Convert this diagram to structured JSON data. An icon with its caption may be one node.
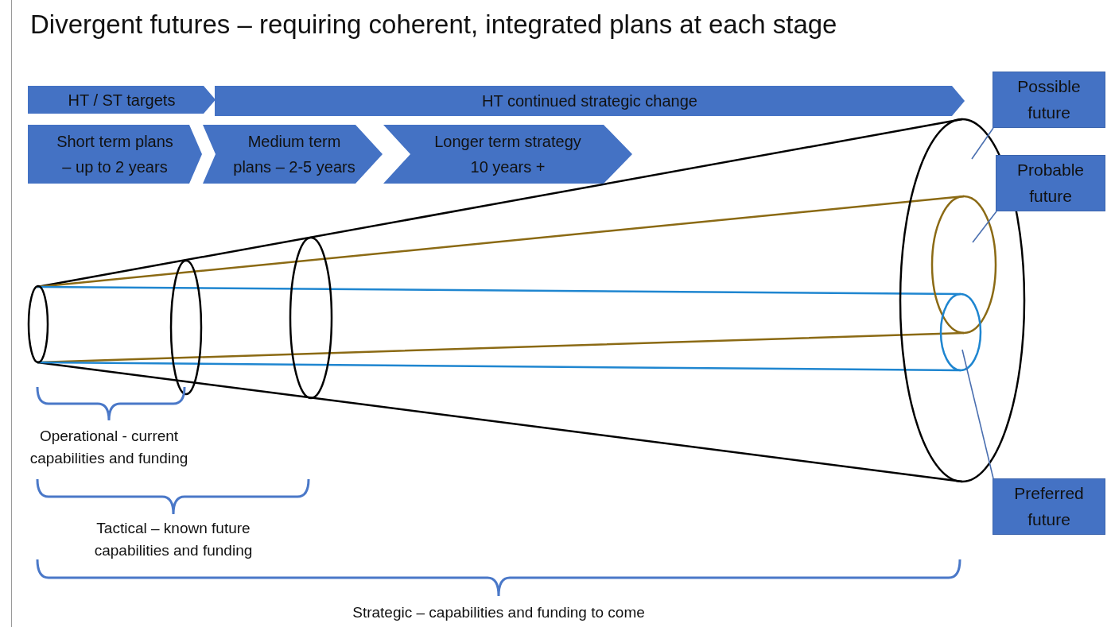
{
  "diagram": {
    "title": "Divergent futures – requiring coherent, integrated plans at each stage",
    "nodes": [
      {
        "text": [
          "HT / ST targets"
        ]
      },
      {
        "text": [
          "HT continued strategic change"
        ]
      },
      {
        "text": [
          "Short term plans – up to 2 years"
        ]
      },
      {
        "text": [
          "Medium term plans – 2-5 years"
        ]
      },
      {
        "text": [
          "Longer term strategy 10 years +"
        ]
      },
      {
        "text": [
          "Possible future"
        ]
      },
      {
        "text": [
          "Probable future"
        ]
      },
      {
        "text": [
          "Preferred future"
        ]
      },
      {
        "text": [],
        "shape": "ellipse"
      },
      {
        "text": [],
        "shape": "ellipse",
        "in": 8
      },
      {
        "text": [],
        "shape": "ellipse",
        "in": 8
      }
    ],
    "edges": [
      {
        "from": 5,
        "to": 8,
        "arrow": "none"
      },
      {
        "from": 6,
        "to": 9,
        "arrow": "none"
      },
      {
        "from": 7,
        "to": 10,
        "arrow": "none"
      }
    ],
    "labels": [
      "Operational - current capabilities and funding",
      "Tactical – known future capabilities and funding",
      "Strategic – capabilities and funding to come"
    ]
  }
}
